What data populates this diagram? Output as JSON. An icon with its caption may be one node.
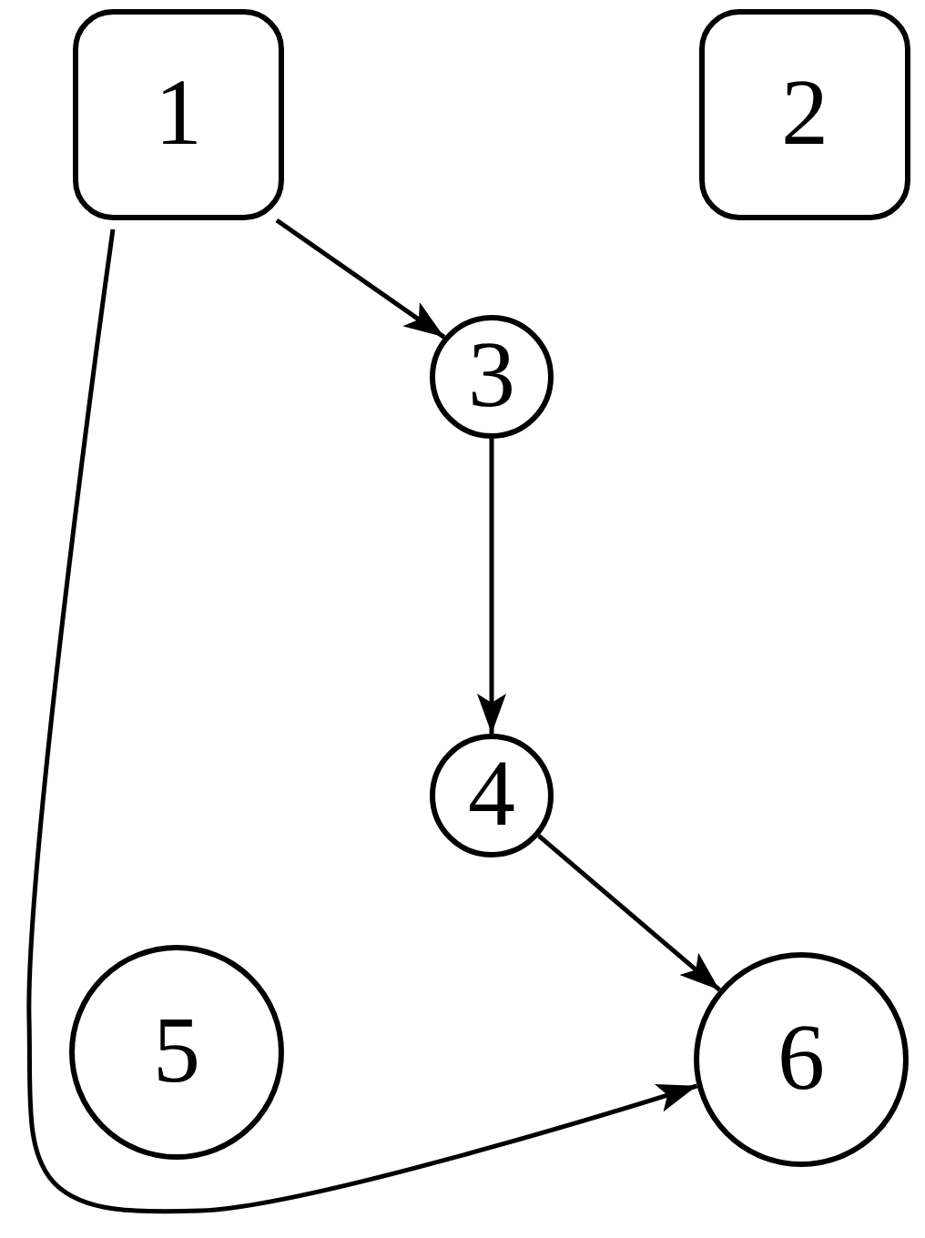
{
  "diagram": {
    "nodes": [
      {
        "text": [
          "1"
        ]
      },
      {
        "text": [
          "2"
        ]
      },
      {
        "text": [
          "3"
        ]
      },
      {
        "text": [
          "4"
        ]
      },
      {
        "text": [
          "5"
        ]
      },
      {
        "text": [
          "6"
        ]
      }
    ],
    "edges": [
      {
        "from": 0,
        "to": 2,
        "arrow": "to"
      },
      {
        "from": 2,
        "to": 3,
        "arrow": "to"
      },
      {
        "from": 3,
        "to": 5,
        "arrow": "to"
      },
      {
        "from": 0,
        "to": 5,
        "arrow": "to"
      }
    ]
  }
}
